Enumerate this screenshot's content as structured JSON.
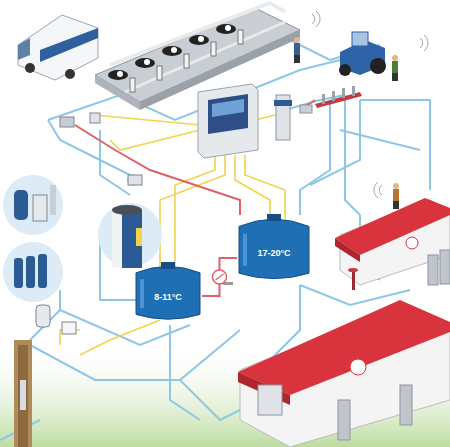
{
  "diagram": {
    "nodes": [
      {
        "text": [
          "8-11°C"
        ]
      },
      {
        "text": [
          "17-20°C"
        ]
      }
    ],
    "edges": [
      {
        "from": 0,
        "to": 1,
        "arrow": "none"
      }
    ]
  }
}
